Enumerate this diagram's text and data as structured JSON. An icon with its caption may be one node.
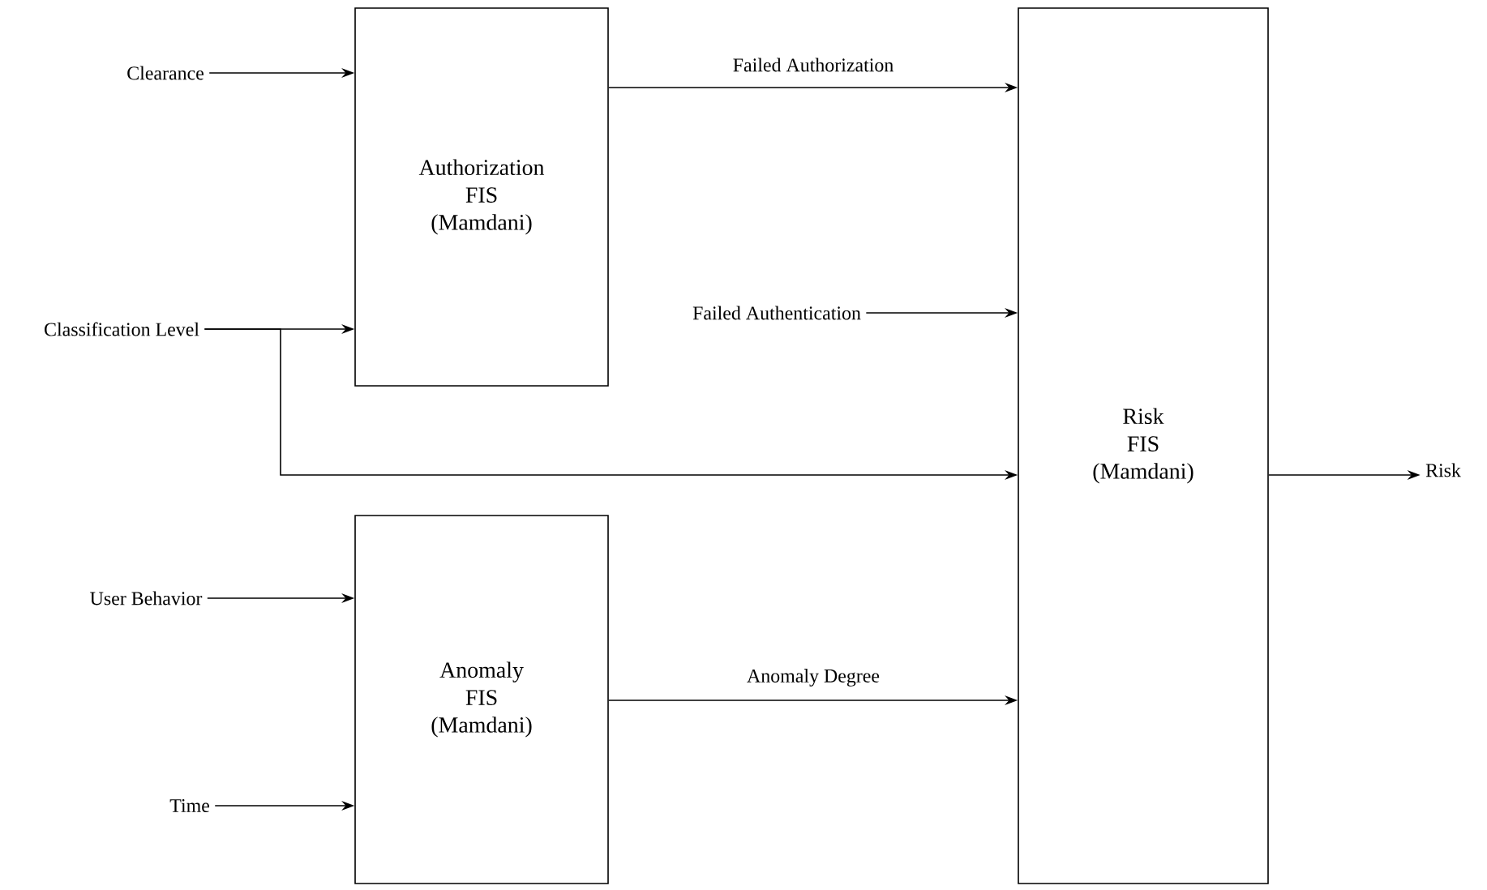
{
  "diagram": {
    "nodes": [
      {
        "text": [
          "Clearance"
        ]
      },
      {
        "text": [
          "Classification Level"
        ]
      },
      {
        "text": [
          "User Behavior"
        ]
      },
      {
        "text": [
          "Time"
        ]
      },
      {
        "text": [
          "Authorization FIS (Mamdani)"
        ]
      },
      {
        "text": [
          "Anomaly FIS (Mamdani)"
        ]
      },
      {
        "text": [
          "Failed Authentication"
        ]
      },
      {
        "text": [
          "Risk FIS (Mamdani)"
        ]
      },
      {
        "text": [
          "Risk"
        ]
      }
    ],
    "edges": [
      {
        "from": 0,
        "to": 4,
        "arrow": "to"
      },
      {
        "from": 1,
        "to": 4,
        "arrow": "to"
      },
      {
        "from": 1,
        "to": 7,
        "arrow": "to"
      },
      {
        "from": 2,
        "to": 5,
        "arrow": "to"
      },
      {
        "from": 3,
        "to": 5,
        "arrow": "to"
      },
      {
        "from": 4,
        "to": 7,
        "arrow": "to",
        "label": "Failed Authorization"
      },
      {
        "from": 6,
        "to": 7,
        "arrow": "to"
      },
      {
        "from": 5,
        "to": 7,
        "arrow": "to",
        "label": "Anomaly Degree"
      },
      {
        "from": 7,
        "to": 8,
        "arrow": "to"
      }
    ]
  }
}
